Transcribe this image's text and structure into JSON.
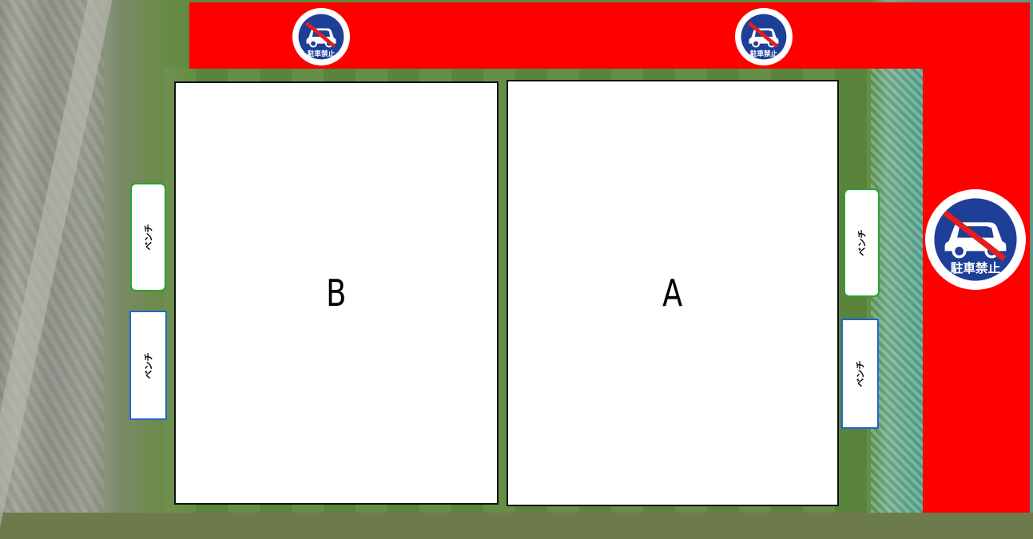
{
  "courts": [
    {
      "label": "B"
    },
    {
      "label": "A"
    }
  ],
  "benches": [
    {
      "label": "ベンチ",
      "color": "green"
    },
    {
      "label": "ベンチ",
      "color": "blue"
    },
    {
      "label": "ベンチ",
      "color": "green"
    },
    {
      "label": "ベンチ",
      "color": "blue"
    }
  ],
  "signs": [
    {
      "icon": "no-parking-icon",
      "text": "駐車禁止"
    },
    {
      "icon": "no-parking-icon",
      "text": "駐車禁止"
    },
    {
      "icon": "no-parking-icon",
      "text": "駐車禁止"
    }
  ],
  "colors": {
    "no_parking_zone": "#ff0000",
    "sign_blue": "#1e3f98",
    "bench_green": "#2aa137",
    "bench_blue": "#1f66d1"
  }
}
